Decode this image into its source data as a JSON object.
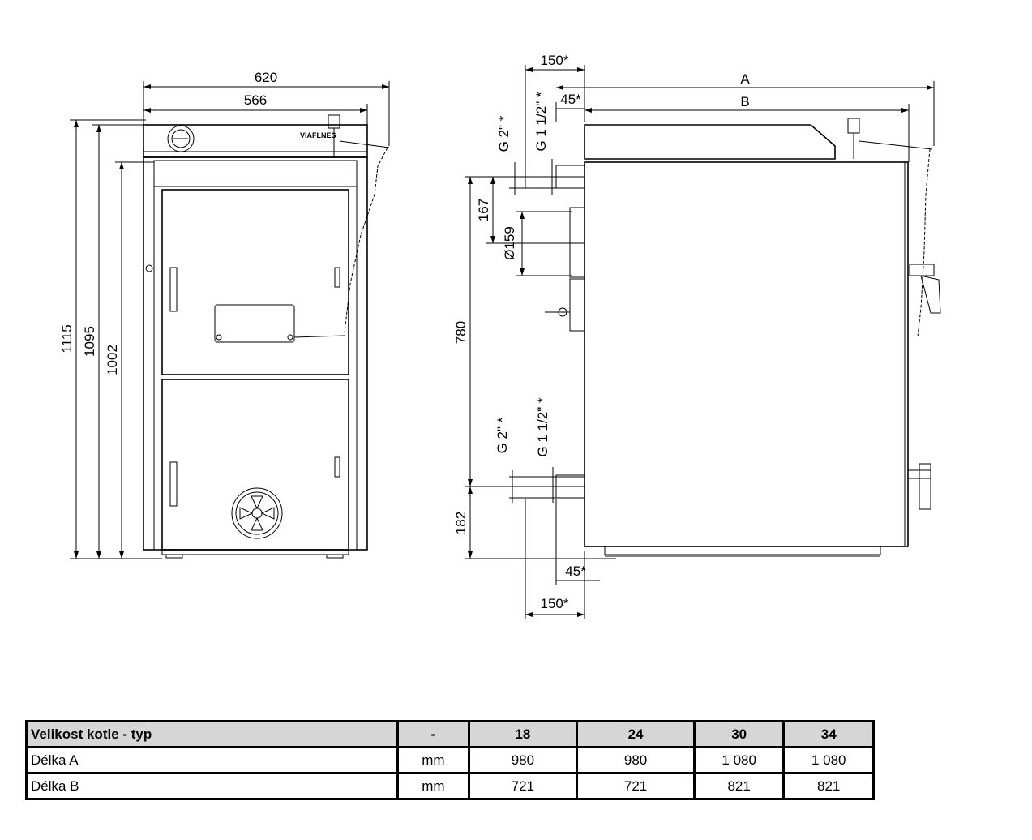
{
  "front_view": {
    "width_outer": "620",
    "width_inner": "566",
    "height_total": "1115",
    "height_body": "1095",
    "height_door": "1002",
    "brand": "VIAFLNES"
  },
  "side_view": {
    "top_offset": "150*",
    "top_offset_small": "45*",
    "length_a": "A",
    "length_b": "B",
    "top_conn_label": "G 2\" *",
    "top_conn_label_2": "G 1 1/2\" *",
    "dim_167": "167",
    "dim_159": "Ø159",
    "dim_780": "780",
    "bottom_conn_label": "G 2\" *",
    "bottom_conn_label_2": "G 1 1/2\" *",
    "dim_182": "182",
    "bottom_offset_small": "45*",
    "bottom_offset": "150*"
  },
  "table": {
    "header": [
      "Velikost kotle - typ",
      "-",
      "18",
      "24",
      "30",
      "34"
    ],
    "rows": [
      [
        "Délka A",
        "mm",
        "980",
        "980",
        "1 080",
        "1 080"
      ],
      [
        "Délka B",
        "mm",
        "721",
        "721",
        "821",
        "821"
      ]
    ]
  }
}
